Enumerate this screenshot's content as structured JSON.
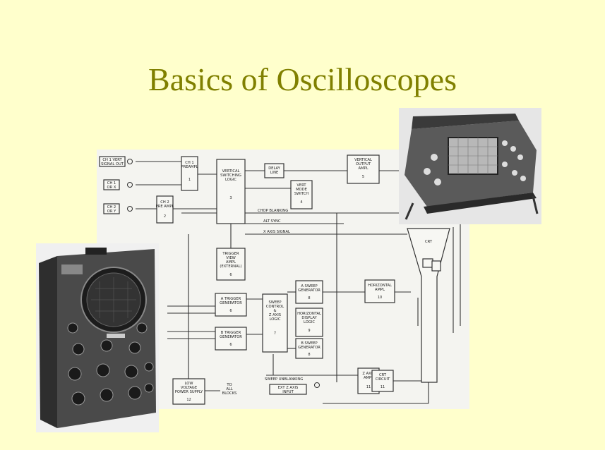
{
  "slide": {
    "title": "Basics of Oscilloscopes"
  },
  "diagram": {
    "labels": {
      "ch1_vert_out": [
        "CH 1 VERT",
        "SIGNAL OUT"
      ],
      "ch1_or_x": [
        "CH 1",
        "OR X"
      ],
      "ch2_or_y": [
        "CH 2",
        "OR Y"
      ],
      "ch1_preampl": [
        "CH 1",
        "PREAMPL"
      ],
      "ch2_preampl": [
        "CH 2",
        "PRE AMPL"
      ],
      "vertical_switching": [
        "VERTICAL",
        "SWITCHING",
        "LOGIC"
      ],
      "delay_line": [
        "DELAY",
        "LINE"
      ],
      "vert_mode_switch": [
        "VERT",
        "MODE",
        "SWITCH"
      ],
      "vertical_output": [
        "VERTICAL",
        "OUTPUT",
        "AMPL"
      ],
      "crt": [
        "CRT"
      ],
      "chop_blanking": "CHOP BLANKING",
      "alt_sync": "ALT SYNC",
      "x_axis_signal": "X AXIS SIGNAL",
      "trigger_view": [
        "TRIGGER",
        "VIEW",
        "AMPL",
        "(EXTERNAL)"
      ],
      "a_trigger": [
        "A TRIGGER",
        "GENERATOR"
      ],
      "b_trigger": [
        "B TRIGGER",
        "GENERATOR"
      ],
      "sweep_control": [
        "SWEEP",
        "CONTROL",
        "&",
        "Z AXIS",
        "LOGIC"
      ],
      "a_sweep": [
        "A SWEEP",
        "GENERATOR"
      ],
      "horizontal_display": [
        "HORIZONTAL",
        "DISPLAY",
        "LOGIC"
      ],
      "b_sweep": [
        "B SWEEP",
        "GENERATOR"
      ],
      "horizontal_ampl": [
        "HORIZONTAL",
        "AMPL"
      ],
      "sweep_unblanking": "SWEEP UNBLANKING",
      "z_axis_ampl": [
        "Z AXIS",
        "AMPL"
      ],
      "crt_circuit": [
        "CRT",
        "CIRCUIT"
      ],
      "low_voltage": [
        "LOW",
        "VOLTAGE",
        "POWER SUPPLY"
      ],
      "to_all_blocks": [
        "TO",
        "ALL",
        "BLOCKS"
      ],
      "ext_z_axis": [
        "EXT Z AXIS",
        "INPUT"
      ]
    },
    "numbers": {
      "ch1_preampl": "1",
      "ch2_preampl": "2",
      "vertical_switching": "3",
      "vert_mode_switch": "4",
      "vertical_output": "5",
      "trigger_view": "6",
      "a_trigger": "6",
      "b_trigger": "6",
      "sweep_control": "7",
      "a_sweep": "8",
      "horizontal_display": "9",
      "b_sweep": "8",
      "horizontal_ampl": "10",
      "z_axis_ampl": "11",
      "crt_circuit": "11",
      "low_voltage": "12"
    }
  },
  "images": {
    "modern_scope_icon": "oscilloscope-photo-icon",
    "vintage_scope_icon": "vintage-oscilloscope-photo-icon"
  },
  "colors": {
    "background": "#ffffcc",
    "title": "#808000"
  }
}
